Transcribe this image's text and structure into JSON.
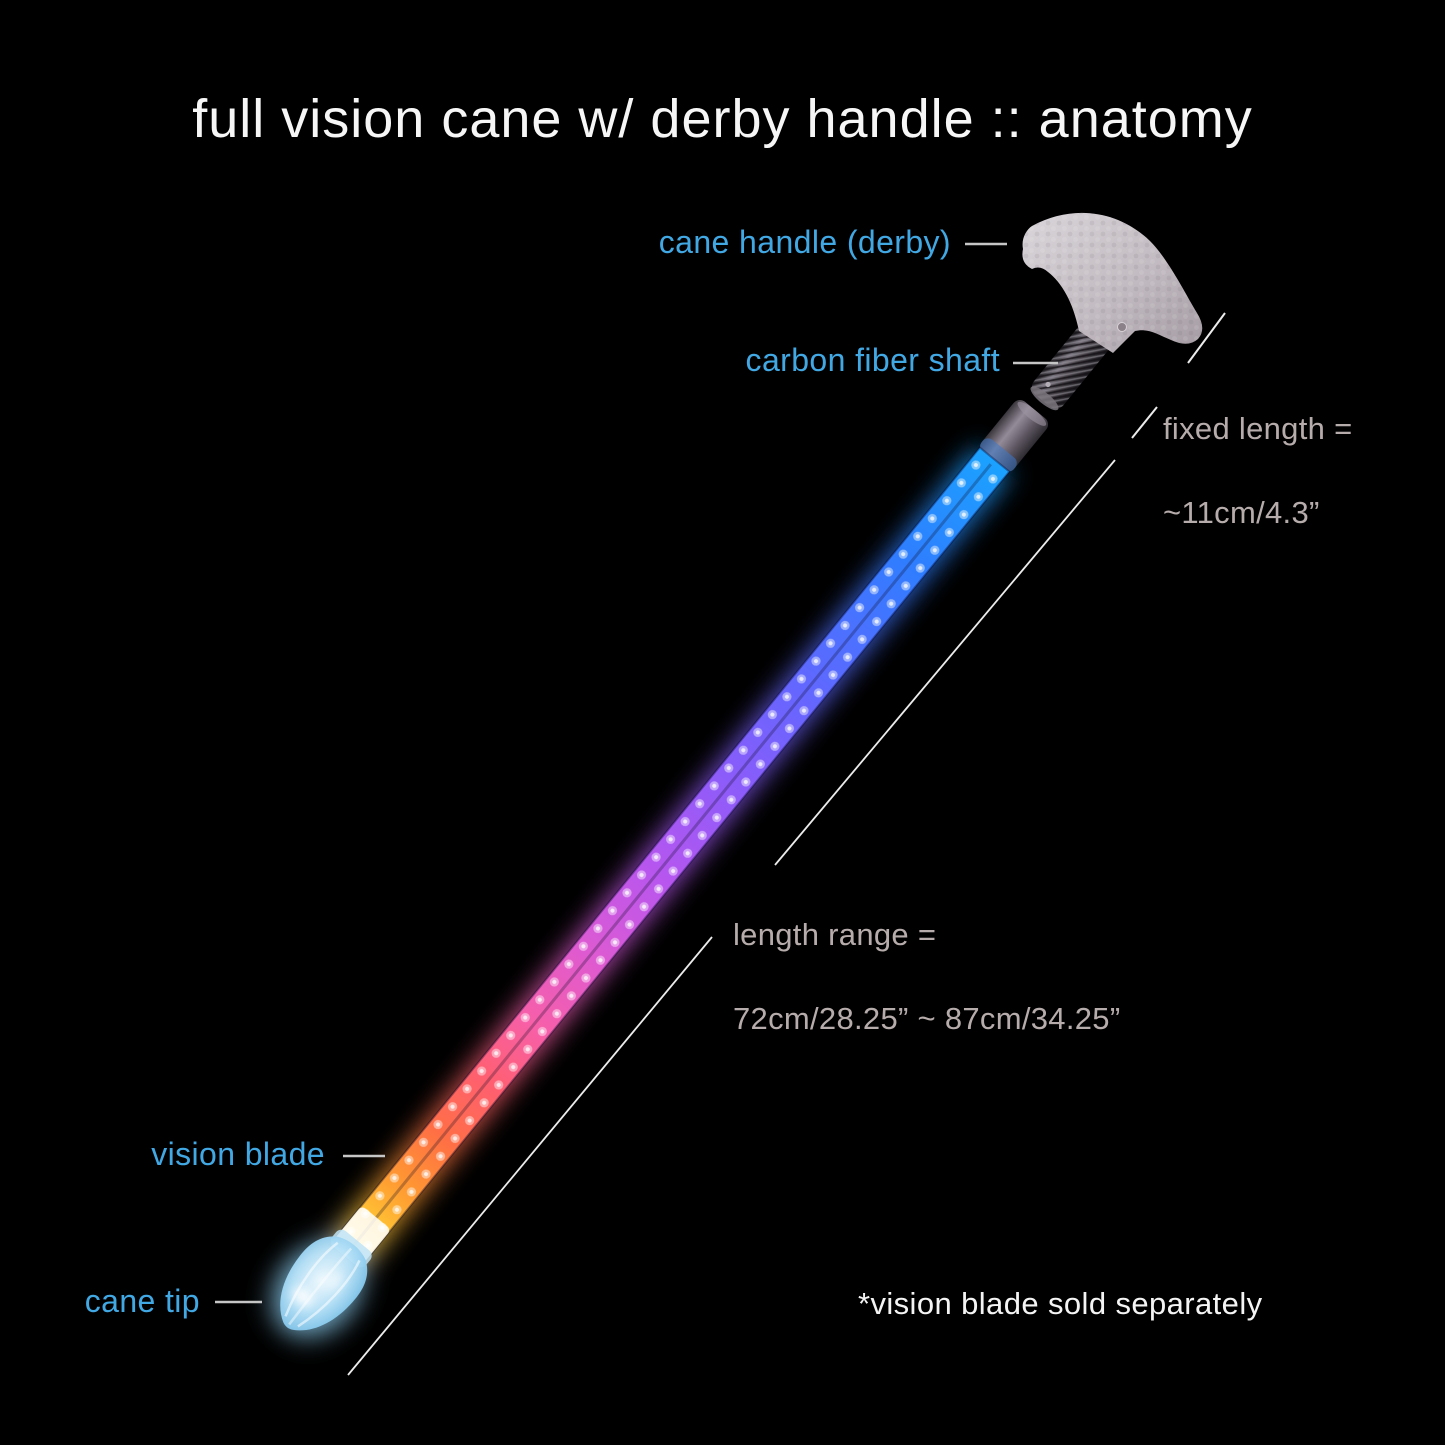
{
  "title": "full vision cane w/ derby handle :: anatomy",
  "labels": {
    "handle": "cane handle (derby)",
    "shaft": "carbon fiber shaft",
    "blade": "vision blade",
    "tip": "cane tip"
  },
  "measurements": {
    "fixed": {
      "line1": "fixed length =",
      "line2": "~11cm/4.3”"
    },
    "range": {
      "line1": "length range =",
      "line2": "72cm/28.25” ~ 87cm/34.25”"
    }
  },
  "note": "*vision blade sold separately",
  "colors": {
    "background": "#000000",
    "label_blue": "#41a8e4",
    "measure_gray": "#b7acac",
    "text_white": "#f4f4f4",
    "leader_gray": "#c6c6c6",
    "dim_line_white": "#ececec",
    "blade_blue": "#1ba2ff",
    "blade_violet": "#8a5cfa",
    "blade_magenta": "#dd5ad2",
    "blade_red": "#ff5f70",
    "blade_orange": "#ff9832",
    "blade_yellow": "#ffd84e",
    "tip_blue": "#8ed0f2",
    "handle_gray": "#c6bfc5"
  }
}
